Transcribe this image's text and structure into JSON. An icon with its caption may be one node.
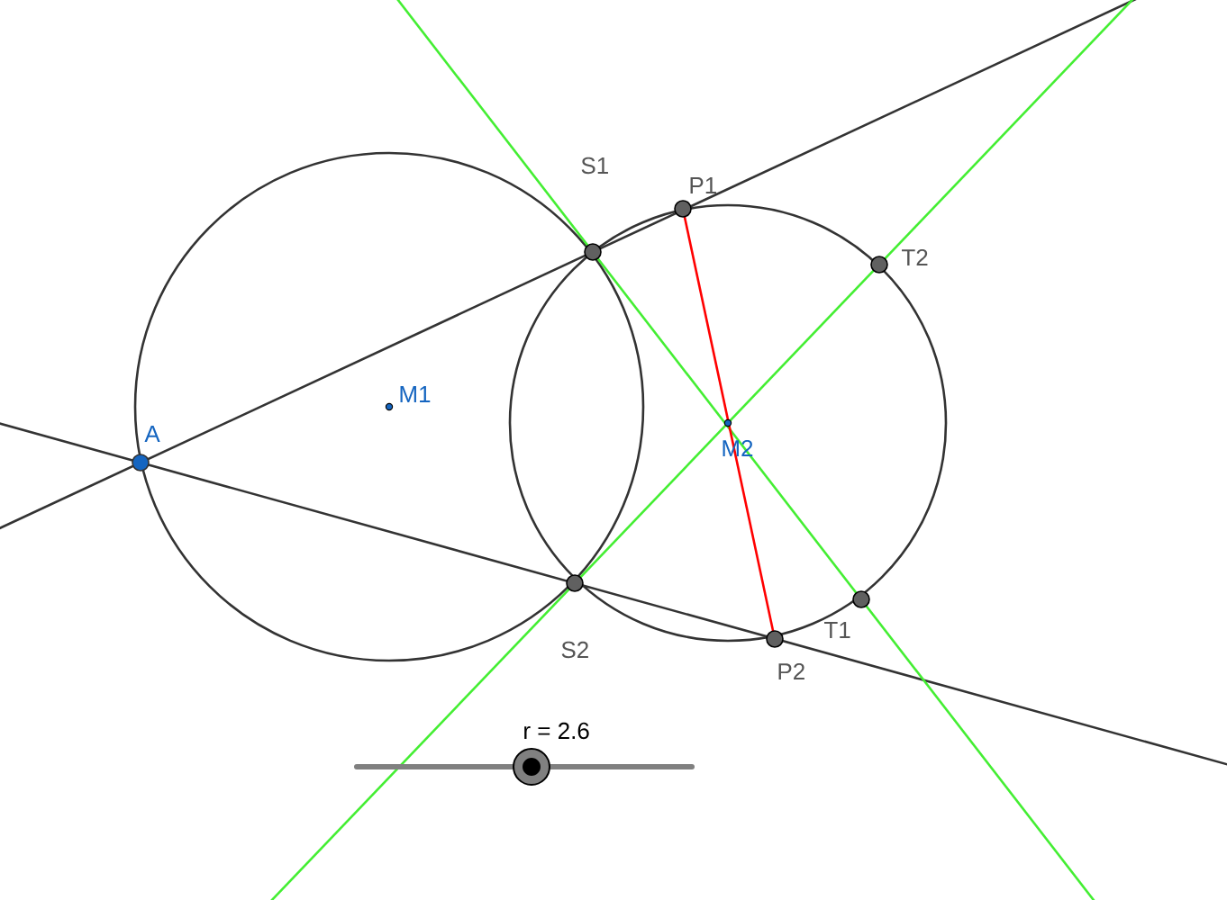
{
  "diagram": {
    "labels": [
      "S1",
      "P1",
      "T2",
      "A",
      "M1",
      "M2",
      "T1",
      "S2",
      "P2",
      "r = 2.6"
    ]
  }
}
